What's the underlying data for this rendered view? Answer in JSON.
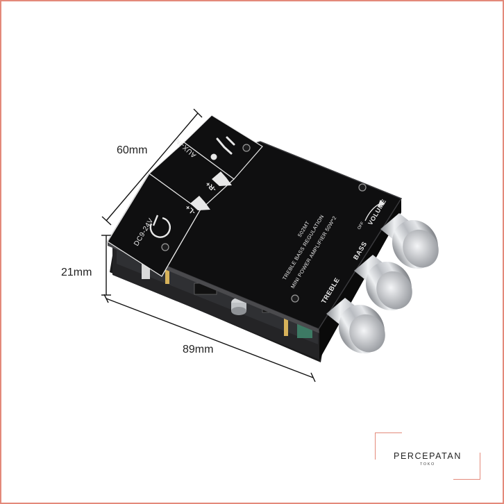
{
  "dimensions": {
    "width": "60mm",
    "height": "21mm",
    "length": "89mm"
  },
  "board": {
    "input_label": "AUX-IN",
    "power_label": "DC9-24V",
    "right_channel": "-R+",
    "left_channel": "-L+",
    "model": "502MT",
    "line1": "TREBLE   BASS REGULATION",
    "line2": "MINI POWER AMPLIFIER 50W*2",
    "knob_treble": "TREBLE",
    "knob_bass": "BASS",
    "knob_volume": "VOLUME",
    "off_label": "OFF"
  },
  "brand": {
    "name": "PERCEPATAN",
    "sub": "TOKO"
  },
  "colors": {
    "frame": "#e3897a",
    "panel": "#0f0f10",
    "knob": "#c9ccd0"
  }
}
